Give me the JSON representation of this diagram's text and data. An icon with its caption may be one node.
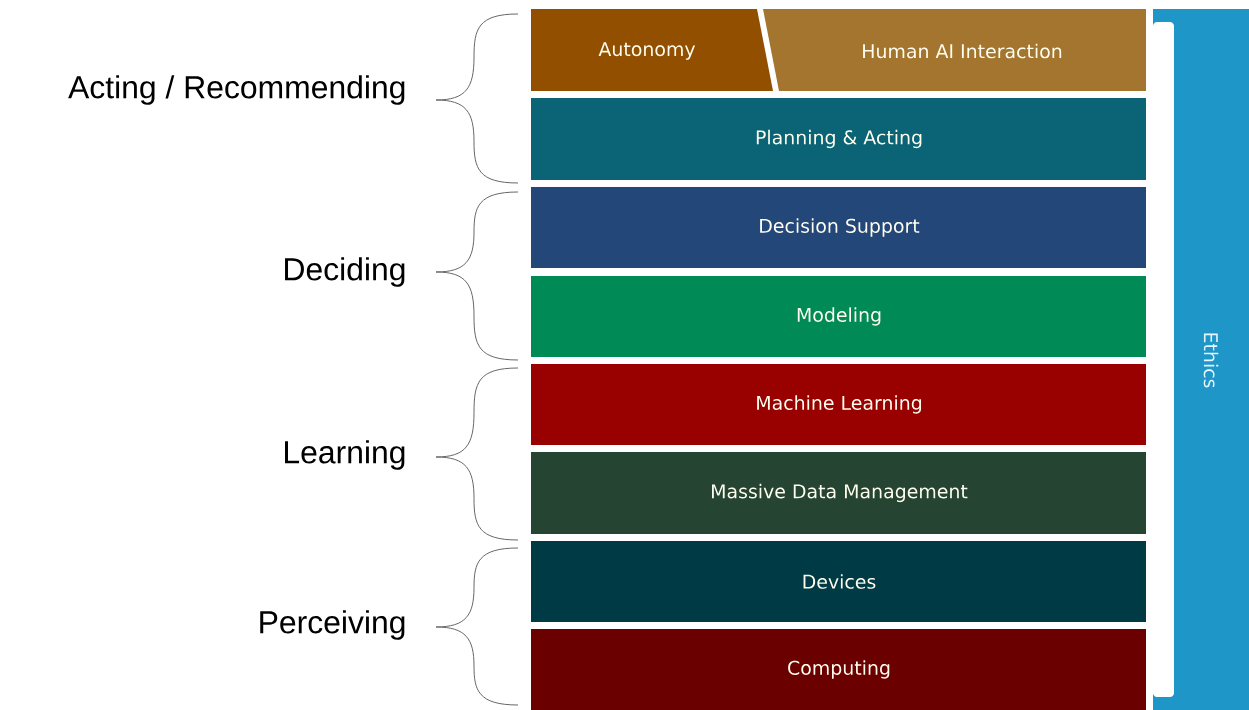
{
  "diagram": {
    "nodes": [
      {
        "text": [
          "Autonomy"
        ]
      },
      {
        "text": [
          "Human AI Interaction"
        ]
      },
      {
        "text": [
          "Planning & Acting"
        ]
      },
      {
        "text": [
          "Decision Support"
        ]
      },
      {
        "text": [
          "Modeling"
        ]
      },
      {
        "text": [
          "Machine Learning"
        ]
      },
      {
        "text": [
          "Massive Data Management"
        ]
      },
      {
        "text": [
          "Devices"
        ]
      },
      {
        "text": [
          "Computing"
        ]
      },
      {
        "text": [
          "Ethics"
        ]
      }
    ],
    "labels": [
      "Acting / Recommending",
      "Deciding",
      "Learning",
      "Perceiving"
    ]
  }
}
